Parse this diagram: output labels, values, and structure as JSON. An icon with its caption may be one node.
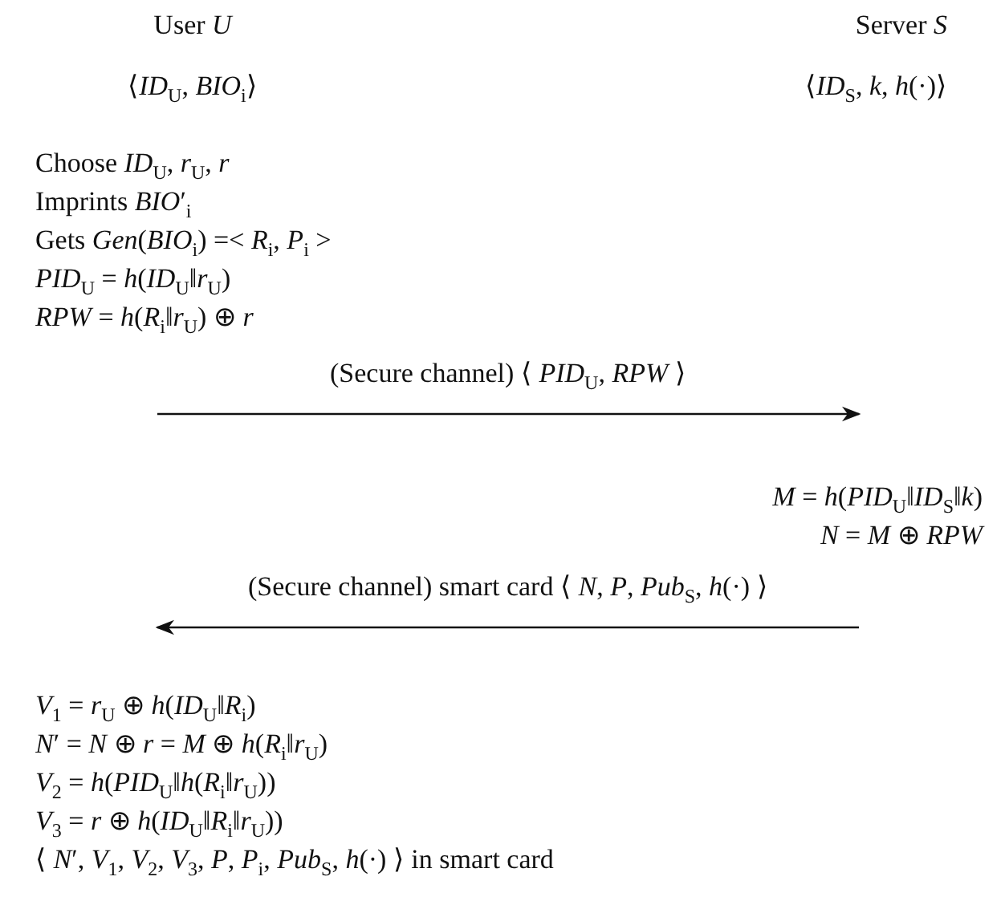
{
  "diagram": {
    "nodes": [
      {
        "text": [
          "User *U*",
          "⟨*ID*$_{U}$, *BIO*$_{i}$⟩"
        ]
      },
      {
        "text": [
          "Server *S*",
          "⟨*ID*$_{S}$, *k*, *h*(·)⟩"
        ]
      },
      {
        "text": [
          "Choose *ID*$_{U}$, *r*$_{U}$, *r*",
          "Imprints *BIO*′$_{i}$",
          "Gets *Gen*(*BIO*$_{i}$) =< *R*$_{i}$, *P*$_{i}$ >",
          "*PID*$_{U}$ = *h*(*ID*$_{U}$‖*r*$_{U}$)",
          "*RPW* = *h*(*R*$_{i}$‖*r*$_{U}$) ⊕ *r*"
        ]
      },
      {
        "text": [
          "*M* = *h*(*PID*$_{U}$‖*ID*$_{S}$‖*k*)",
          "*N* = *M* ⊕ *RPW*"
        ]
      },
      {
        "text": [
          "*V*$_{1}$ = *r*$_{U}$ ⊕ *h*(*ID*$_{U}$‖*R*$_{i}$)",
          "*N*′ = *N* ⊕ *r* = *M* ⊕ *h*(*R*$_{i}$‖*r*$_{U}$)",
          "*V*$_{2}$ = *h*(*PID*$_{U}$‖*h*(*R*$_{i}$‖*r*$_{U}$))",
          "*V*$_{3}$ = *r* ⊕ *h*(*ID*$_{U}$‖*R*$_{i}$‖*r*$_{U}$))",
          "⟨ *N*′, *V*$_{1}$, *V*$_{2}$, *V*$_{3}$, *P*, *P*$_{i}$, *Pub*$_{S}$, *h*(·) ⟩ in smart card"
        ]
      }
    ],
    "edges": [
      {
        "from": 2,
        "to": 3,
        "arrow": "to",
        "label": "(Secure channel) ⟨ *PID*$_{U}$, *RPW* ⟩"
      },
      {
        "from": 3,
        "to": 4,
        "arrow": "to",
        "label": "(Secure channel) smart card ⟨ *N*, *P*, *Pub*$_{S}$, *h*(·) ⟩"
      }
    ]
  }
}
